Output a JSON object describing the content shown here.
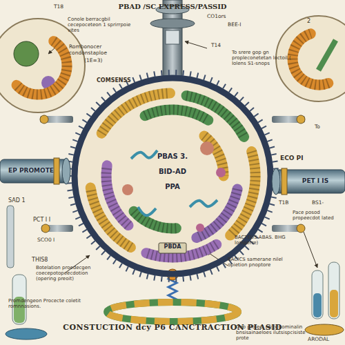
{
  "diagram": {
    "title": "PBAD /SC EXPRESS/PASSID",
    "caption": "CONSTUCTION dcy P6 CANCTRACTION PLASID",
    "nodes": [
      {
        "text": [
          "PBAS 3.",
          "BID-AD",
          "PPA"
        ]
      },
      {
        "text": [
          "PBDA"
        ],
        "in": 0
      },
      {
        "text": [
          "EP PROMOTE"
        ]
      },
      {
        "text": [
          "PET I IS"
        ]
      }
    ],
    "labels": [
      "T18",
      "Conole berracgbil cecepoceteon 1 sprirrpoie vites",
      "Rombonocer condonstaploe",
      "(1E=3)",
      "COMSENSS",
      "CO1ors",
      "BEE-I",
      "T14",
      "2",
      "To srere gop gn propleconetetan loctoil ( Iolens S1-snops",
      "ECO PI",
      "To",
      "T1B",
      "BS1-",
      "SAD 1",
      "PCT I I",
      "Pace posod propeecdot lated",
      "SCO0 I",
      "THIS8",
      "Botelation proedecgen coecepotopeecdotion (opering preoit)",
      "BACTEUS ABAS. BHG lomperre)",
      "BACICS samerane nilel opietion pnoptore",
      "Promdengeon Procecte coletit romnnasions.",
      "Geo proiect recocnominalin bnsisainaeloes ilutsispcisiste prote",
      "ARODAL"
    ]
  }
}
